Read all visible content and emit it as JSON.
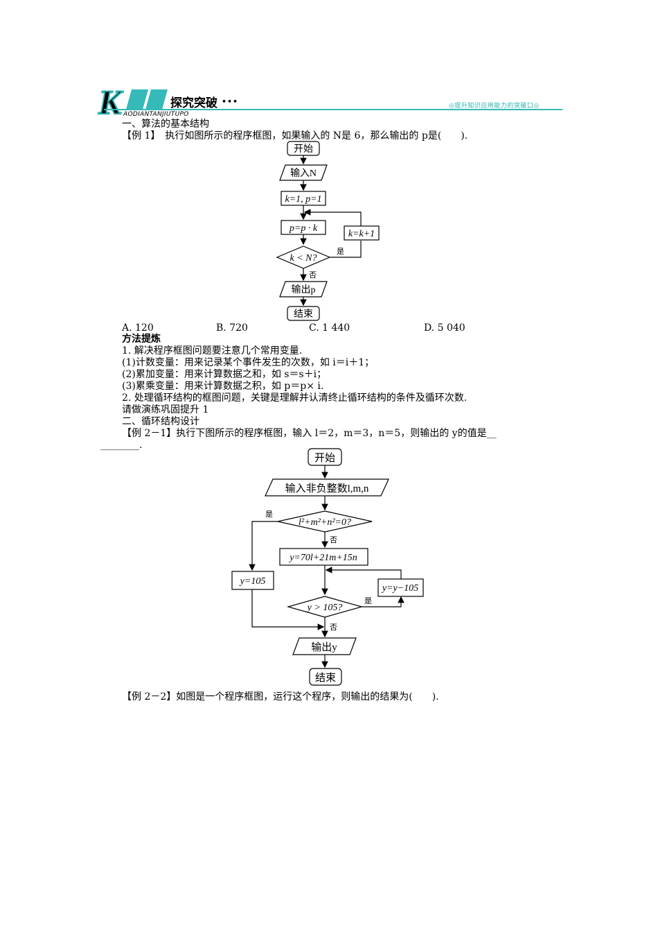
{
  "banner": {
    "letter": "K",
    "title": "探究突破",
    "dots": "•••",
    "pinyin": "AODIANTANJIUTUPO",
    "slogan": "◎提升知识应用能力的突破口◎",
    "accent_color": "#35b9b9"
  },
  "section1": {
    "heading": "一、算法的基本结构"
  },
  "example1": {
    "stem": "【例 1】　执行如图所示的程序框图，如果输入的 N是 6，那么输出的 p是(　　).",
    "flow": {
      "start": "开始",
      "input": "输入N",
      "init": "k=1, p=1",
      "process": "p=p · k",
      "cond": "k < N?",
      "yes": "是",
      "no": "否",
      "incr": "k=k+1",
      "output": "输出p",
      "end": "结束"
    },
    "options": [
      "A. 120",
      "B. 720",
      "C. 1 440",
      "D. 5 040"
    ]
  },
  "method": {
    "title": "方法提炼",
    "lines": [
      "1. 解决程序框图问题要注意几个常用变量.",
      "(1)计数变量：用来记录某个事件发生的次数，如 i＝i＋1；",
      "(2)累加变量：用来计算数据之和，如 s＝s＋i；",
      "(3)累乘变量：用来计算数据之积，如 p＝p× i.",
      "2. 处理循环结构的框图问题，关键是理解并认清终止循环结构的条件及循环次数.",
      "请做演练巩固提升 1"
    ]
  },
  "section2": {
    "heading": "二、循环结构设计"
  },
  "example21": {
    "stem": "【例 2－1】执行下图所示的程序框图，输入 l＝2，m＝3，n＝5，则输出的 y的值是__",
    "stem_cont": "________.",
    "flow": {
      "start": "开始",
      "input": "输入非负整数l,m,n",
      "cond1": "l²+m²+n²=0?",
      "yes1": "是",
      "no1": "否",
      "assign": "y=70l+21m+15n",
      "left": "y=105",
      "sub": "y=y−105",
      "cond2": "y > 105?",
      "yes2": "是",
      "no2": "否",
      "output": "输出y",
      "end": "结束"
    }
  },
  "example22": {
    "stem": "【例 2－2】如图是一个程序框图，运行这个程序，则输出的结果为(　　)."
  }
}
